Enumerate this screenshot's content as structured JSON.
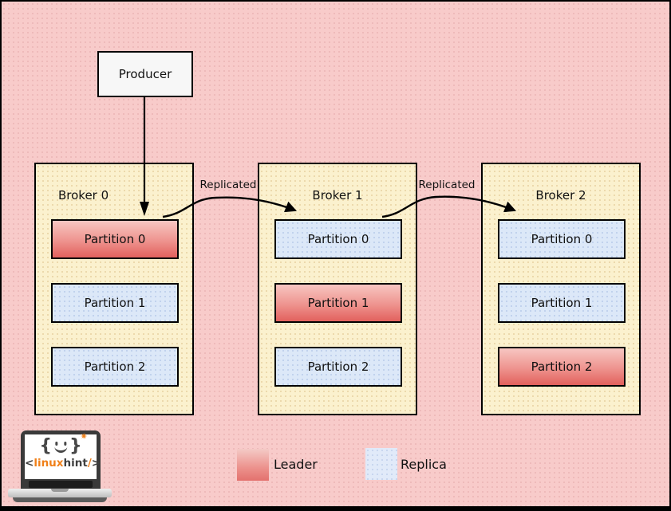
{
  "diagram": {
    "producer": {
      "label": "Producer"
    },
    "brokers": [
      {
        "label": "Broker 0",
        "partitions": [
          {
            "label": "Partition 0",
            "role": "leader"
          },
          {
            "label": "Partition 1",
            "role": "replica"
          },
          {
            "label": "Partition 2",
            "role": "replica"
          }
        ]
      },
      {
        "label": "Broker 1",
        "partitions": [
          {
            "label": "Partition 0",
            "role": "replica"
          },
          {
            "label": "Partition 1",
            "role": "leader"
          },
          {
            "label": "Partition 2",
            "role": "replica"
          }
        ]
      },
      {
        "label": "Broker 2",
        "partitions": [
          {
            "label": "Partition 0",
            "role": "replica"
          },
          {
            "label": "Partition 1",
            "role": "replica"
          },
          {
            "label": "Partition 2",
            "role": "leader"
          }
        ]
      }
    ],
    "replication_labels": [
      "Replicated",
      "Replicated"
    ],
    "legend": {
      "leader_label": "Leader",
      "replica_label": "Replica"
    },
    "colors": {
      "background": "#f8cbca",
      "broker_fill": "#fbf1ce",
      "replica_fill": "#dce8f8",
      "leader_gradient_top": "#f7c6c2",
      "leader_gradient_bottom": "#e2615d",
      "border": "#000000",
      "producer_fill": "#f7f7f7",
      "logo_orange": "#f08019"
    }
  },
  "logo": {
    "star": "✷",
    "brand_open": "<",
    "brand_linux": "linux",
    "brand_hint": "hint",
    "brand_slash": "/",
    "brand_close": ">"
  }
}
